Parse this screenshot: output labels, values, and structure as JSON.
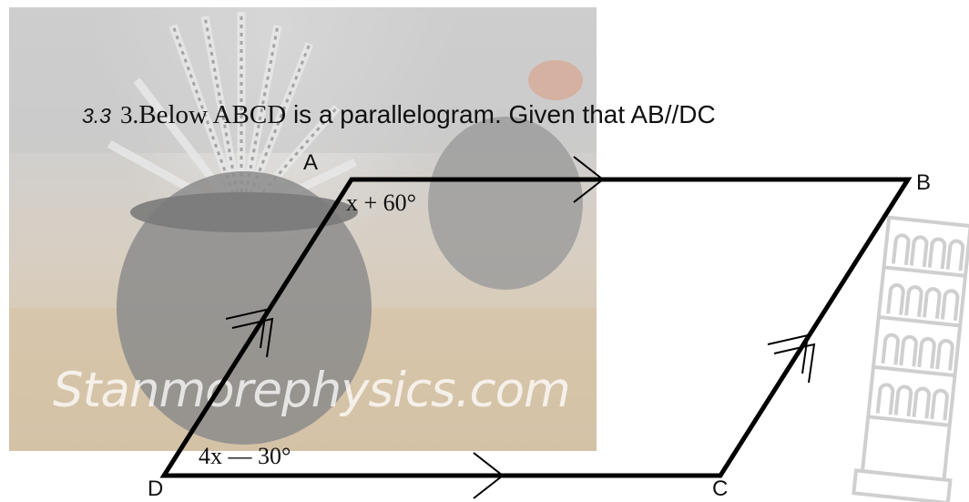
{
  "question": {
    "number": "3.3",
    "prefix": "3.",
    "serif_text": "Below ABCD",
    "sans_text": " is a parallelogram. Given that AB//DC"
  },
  "watermark": "Stanmorephysics.com",
  "diagram": {
    "vertices": {
      "A": "A",
      "B": "B",
      "C": "C",
      "D": "D"
    },
    "angles": {
      "A": "x + 60°",
      "D": "4x — 30°"
    },
    "line_color": "#000000"
  },
  "icons": {
    "background_photo": "potted-plant-photo",
    "tower": "leaning-tower-icon"
  }
}
